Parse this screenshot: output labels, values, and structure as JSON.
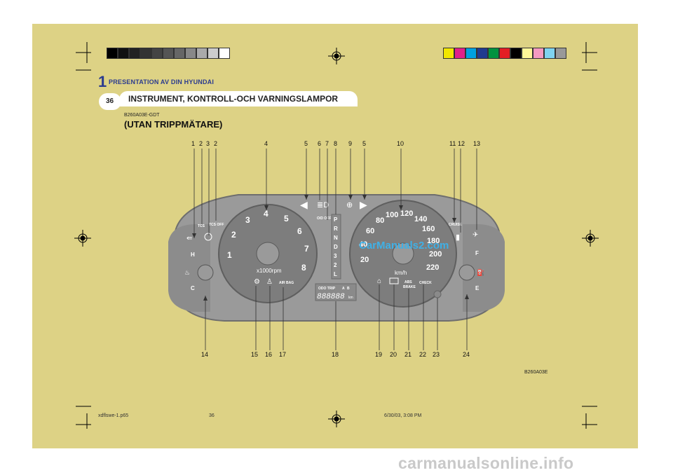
{
  "header": {
    "chapter_number": "1",
    "chapter_title": "PRESENTATION AV DIN HYUNDAI",
    "page_number": "36",
    "section_title": "INSTRUMENT, KONTROLL-OCH VARNINGSLAMPOR"
  },
  "content": {
    "code": "B260A03E-GDT",
    "subtitle": "(UTAN TRIPPMÄTARE)",
    "figure_code": "B260A03E"
  },
  "callouts_top": [
    "1",
    "2",
    "3",
    "2",
    "4",
    "5",
    "6",
    "7",
    "8",
    "9",
    "5",
    "10",
    "11",
    "12",
    "13"
  ],
  "callouts_bottom": [
    "14",
    "15",
    "16",
    "17",
    "18",
    "19",
    "20",
    "21",
    "22",
    "23",
    "24"
  ],
  "cluster": {
    "tach_unit": "x1000rpm",
    "tach_numbers": [
      "1",
      "2",
      "3",
      "4",
      "5",
      "6",
      "7",
      "8"
    ],
    "speed_numbers": [
      "20",
      "40",
      "60",
      "80",
      "100",
      "120",
      "140",
      "160",
      "180",
      "200",
      "220"
    ],
    "speed_unit": "km/h",
    "gear_letters": [
      "P",
      "R",
      "N",
      "D",
      "3",
      "2",
      "L"
    ],
    "temp_hot": "H",
    "temp_cold": "C",
    "fuel_full": "F",
    "fuel_empty": "E",
    "tcs_label": "TCS",
    "tcs_off_label": "TCS OFF",
    "cruise_label": "CRUISE",
    "od_off_label": "O/D OFF",
    "airbag_label": "AIR BAG",
    "brake_label": "BRAKE",
    "abs_label": "ABS",
    "check_label": "CHECK",
    "odo_trip_label": "ODO TRIP",
    "trip_a": "A",
    "trip_b": "B",
    "odo_digits": "888888",
    "odo_unit": "km"
  },
  "footer": {
    "file": "xdflswe-1.p65",
    "page": "36",
    "date": "6/30/03, 3:08 PM"
  },
  "watermarks": {
    "top": "CarManuals2.com",
    "bottom": "carmanualsonline.info"
  },
  "colors": {
    "page_tan": "#ddd285",
    "header_blue": "#2b3b8f",
    "cluster_gray": "#9a9a9a",
    "gauge_face": "#7d7d7d"
  }
}
